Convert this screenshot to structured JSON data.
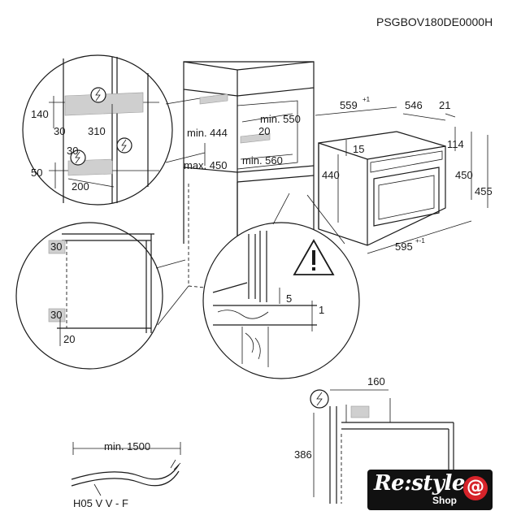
{
  "model_code": "PSGBOV180DE0000H",
  "top_left_detail": {
    "labels": [
      "140",
      "30",
      "310",
      "30",
      "50",
      "200"
    ]
  },
  "cabinet": {
    "labels": [
      "min. 444",
      "20",
      "min. 550",
      "max. 450",
      "min. 560"
    ]
  },
  "appliance": {
    "labels": [
      "559",
      "+1",
      "546",
      "21",
      "15",
      "114",
      "440",
      "450",
      "455",
      "595",
      "+-1"
    ]
  },
  "side_detail": {
    "labels": [
      "30",
      "30",
      "20"
    ]
  },
  "warning_detail": {
    "labels": [
      "5",
      "1"
    ]
  },
  "socket_detail": {
    "labels": [
      "160",
      "386"
    ]
  },
  "cable": {
    "length_label": "min. 1500",
    "type_label": "H05 V V - F"
  },
  "logo": {
    "brand": "Re:style",
    "sub": "Shop",
    "symbol": "@"
  }
}
